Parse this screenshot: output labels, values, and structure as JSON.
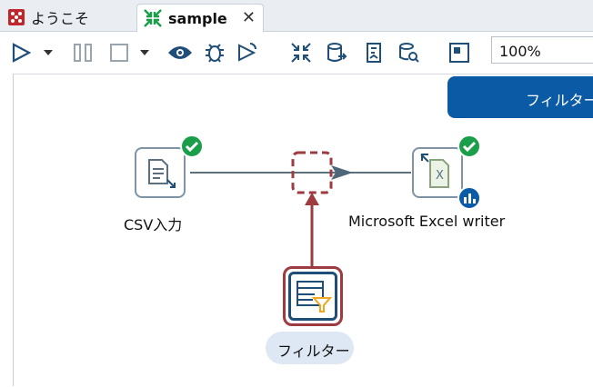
{
  "tabs": [
    {
      "label": "ようこそ",
      "active": false
    },
    {
      "label": "sample",
      "active": true
    }
  ],
  "toolbar": {
    "zoom_value": "100%",
    "icons": [
      "run-icon",
      "run-dropdown-icon",
      "pause-icon",
      "stop-icon",
      "stop-dropdown-icon",
      "preview-icon",
      "debug-icon",
      "replay-icon",
      "sort-icon",
      "db-icon",
      "script-icon",
      "query-icon",
      "fit-icon"
    ]
  },
  "banner": {
    "label": "フィルター"
  },
  "nodes": [
    {
      "id": "csv",
      "label": "CSV入力",
      "status": "ok"
    },
    {
      "id": "excel",
      "label": "Microsoft Excel writer",
      "status": "ok"
    },
    {
      "id": "filter",
      "label": "フィルター",
      "status": "selected"
    }
  ],
  "colors": {
    "accent": "#0b5aa6",
    "highlight": "#9e3b40",
    "ok": "#1a9e4a",
    "node_border": "#7f93a6",
    "filter_icon": "#f2a71b"
  }
}
